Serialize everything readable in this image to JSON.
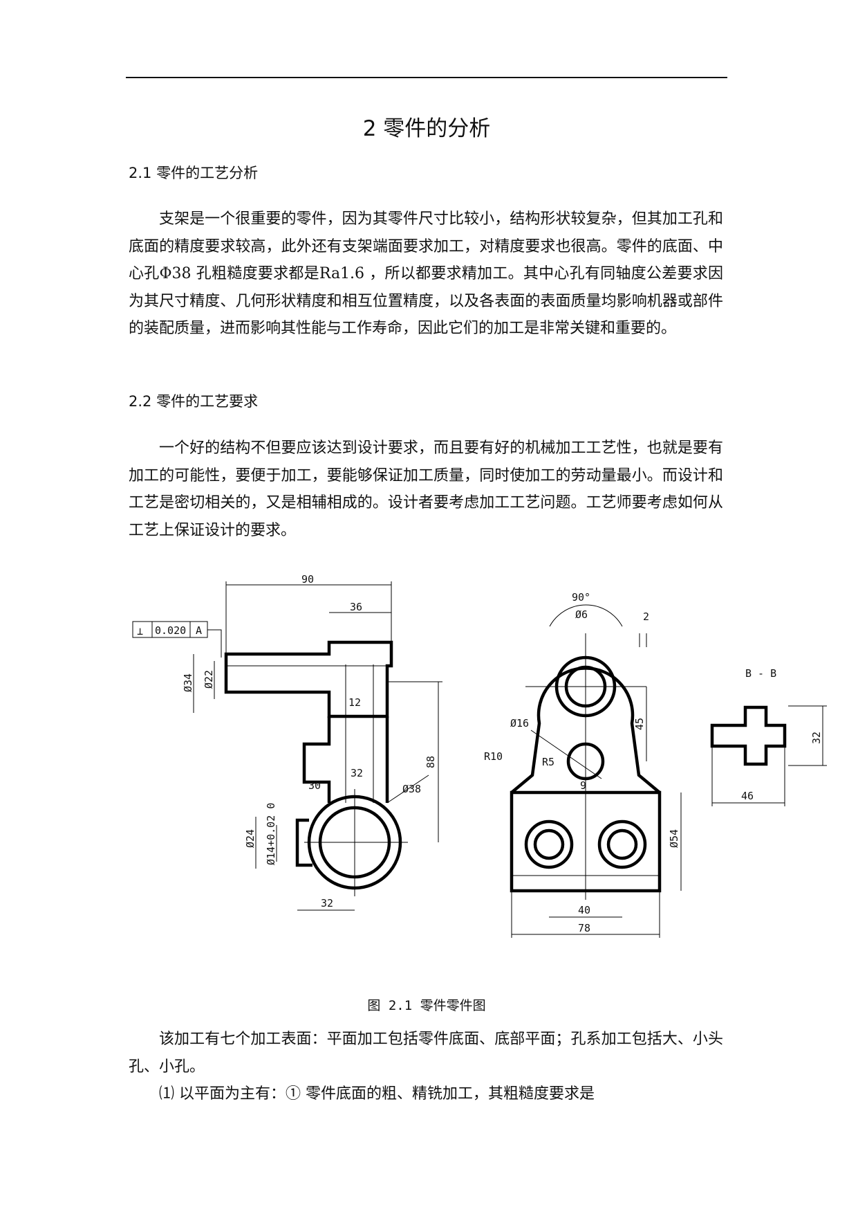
{
  "chapter_title": "2  零件的分析",
  "sections": [
    {
      "heading": "2.1 零件的工艺分析",
      "paragraph": "支架是一个很重要的零件，因为其零件尺寸比较小，结构形状较复杂，但其加工孔和底面的精度要求较高，此外还有支架端面要求加工，对精度要求也很高。零件的底面、中心孔Φ38 孔粗糙度要求都是Ra1.6 ，所以都要求精加工。其中心孔有同轴度公差要求因为其尺寸精度、几何形状精度和相互位置精度，以及各表面的表面质量均影响机器或部件的装配质量，进而影响其性能与工作寿命，因此它们的加工是非常关键和重要的。"
    },
    {
      "heading": "2.2  零件的工艺要求",
      "paragraph": "一个好的结构不但要应该达到设计要求，而且要有好的机械加工工艺性，也就是要有加工的可能性，要便于加工，要能够保证加工质量，同时使加工的劳动量最小。而设计和工艺是密切相关的，又是相辅相成的。设计者要考虑加工工艺问题。工艺师要考虑如何从工艺上保证设计的要求。"
    }
  ],
  "drawing": {
    "tolerance_frame": {
      "symbol": "⊥",
      "value": "0.020",
      "datum": "A"
    },
    "front_view_dims": [
      "90",
      "36",
      "12",
      "32",
      "30",
      "88",
      "32",
      "Ø34",
      "Ø22",
      "Ø38",
      "Ø24",
      "Ø14+0.02 0"
    ],
    "side_view_dims": [
      "90°",
      "Ø6",
      "2",
      "45",
      "Ø16",
      "R10",
      "R5",
      "9",
      "Ø54",
      "40",
      "78"
    ],
    "section_view": {
      "label": "B - B",
      "dims": [
        "32",
        "46"
      ]
    }
  },
  "figure_caption": "图 2.1  零件零件图",
  "after_text": [
    "该加工有七个加工表面：平面加工包括零件底面、底部平面；孔系加工包括大、小头孔、小孔。",
    "⑴  以平面为主有：①  零件底面的粗、精铣加工，其粗糙度要求是"
  ]
}
